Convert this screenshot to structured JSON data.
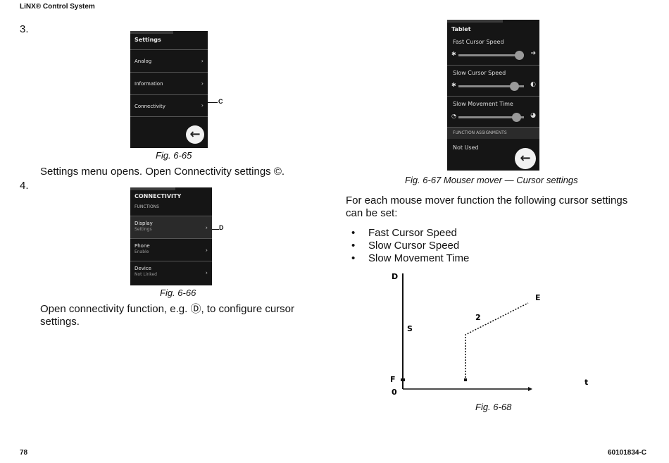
{
  "header": "LiNX® Control System",
  "step3": "3.",
  "step4": "4.",
  "fig65": {
    "title": "Settings",
    "items": [
      "Analog",
      "Information",
      "Connectivity"
    ],
    "callout": "C",
    "caption": "Fig. 6-65"
  },
  "step3_text": "Settings menu opens. Open Connectivity settings ©.",
  "fig66": {
    "title": "CONNECTIVITY",
    "subtitle": "FUNCTIONS",
    "items": [
      {
        "label": "Display",
        "sub": "Settings"
      },
      {
        "label": "Phone",
        "sub": "Enable"
      },
      {
        "label": "Device",
        "sub": "Not Linked"
      }
    ],
    "callout": "D",
    "caption": "Fig. 6-66"
  },
  "step4_text": "Open connectivity function, e.g. Ⓓ, to configure cursor settings.",
  "fig67": {
    "title": "Tablet",
    "sliders": [
      {
        "label": "Fast Cursor Speed",
        "value": 0.93
      },
      {
        "label": "Slow Cursor Speed",
        "value": 0.85
      },
      {
        "label": "Slow Movement Time",
        "value": 0.88
      }
    ],
    "section": "FUNCTION ASSIGNMENTS",
    "section_value": "Not Used",
    "caption": "Fig. 6-67 Mouser mover — Cursor settings"
  },
  "intro": "For each mouse mover function the following cursor settings can be set:",
  "bullets": [
    "Fast Cursor Speed",
    "Slow Cursor Speed",
    "Slow Movement Time"
  ],
  "fig68": {
    "labels": {
      "top": "D",
      "mid": "S",
      "F": "F",
      "zero": "0",
      "line": "2",
      "end": "E",
      "t": "t"
    },
    "caption": "Fig. 6-68"
  },
  "footer_left": "78",
  "footer_right": "60101834-C"
}
